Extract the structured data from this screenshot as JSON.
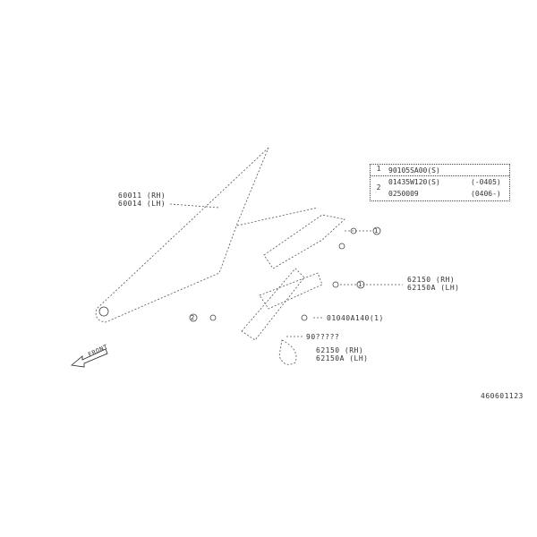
{
  "callouts": {
    "door_glass": [
      "60011 (RH)",
      "60014 (LH)"
    ],
    "regulator": [
      "62150 (RH)",
      "62150A (LH)"
    ],
    "motor": [
      "62150 (RH)",
      "62150A (LH)"
    ],
    "bolt_part": "01040A140(1)",
    "clip_part": "90?????",
    "circle_1": "1",
    "circle_2": "2"
  },
  "parts_table": {
    "rows": [
      {
        "ref": "1",
        "part": "90105SA00(S)"
      },
      {
        "ref": "2",
        "part": "01435W120(S)",
        "qty": "(-0405)"
      },
      {
        "ref": "2",
        "part": "0250009",
        "qty": "(0406-)"
      }
    ]
  },
  "front_label": "FRONT",
  "diagram_id": "460601123"
}
